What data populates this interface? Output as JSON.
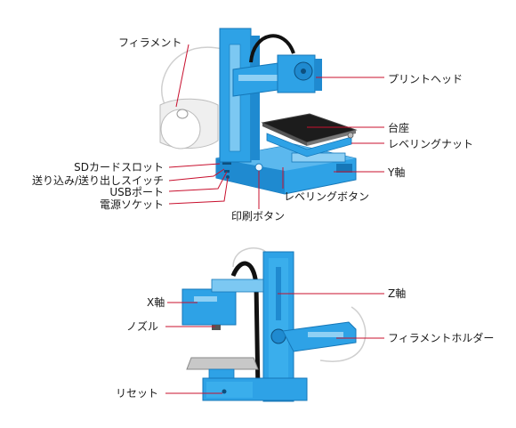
{
  "colors": {
    "body_blue": "#2ea2e6",
    "body_blue_dark": "#1577b8",
    "body_blue_light": "#7cc8f2",
    "bed_black": "#1c1c1c",
    "filament": "#e6e6e6",
    "cable": "#111111",
    "leader_line": "#c8102e",
    "text": "#1a1a1a"
  },
  "diagram_top": {
    "labels": {
      "filament": "フィラメント",
      "print_head": "プリントヘッド",
      "bed": "台座",
      "leveling_nut": "レベリングナット",
      "sd_slot": "SDカードスロット",
      "feed_button": "送り込み/送り出しスイッチ",
      "usb_port": "USBポート",
      "power_socket": "電源ソケット",
      "y_axis": "Y軸",
      "leveling_button": "レベリングボタン",
      "print_button": "印刷ボタン"
    }
  },
  "diagram_bottom": {
    "labels": {
      "x_axis": "X軸",
      "z_axis": "Z軸",
      "nozzle": "ノズル",
      "filament_holder": "フィラメントホルダー",
      "reset": "リセット"
    }
  }
}
